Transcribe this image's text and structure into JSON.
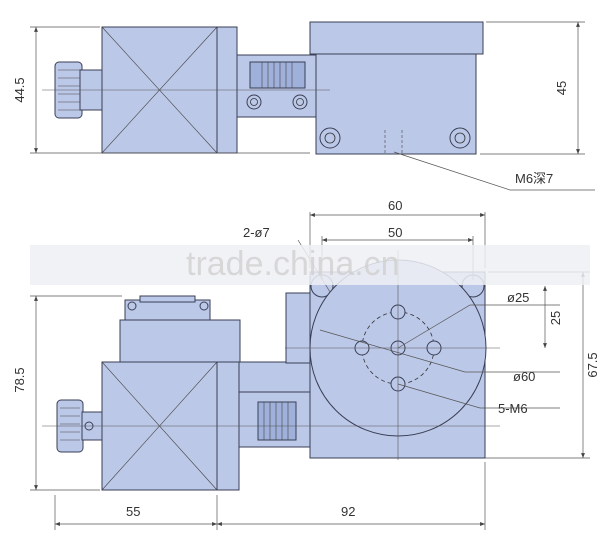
{
  "labels": {
    "dim_height_top": "44.5",
    "dim_height_right_top": "45",
    "thread_note_top": "M6深7",
    "dim_width_60": "60",
    "dim_width_50": "50",
    "hole_note": "2-ø7",
    "dim_dia_25": "ø25",
    "dim_25": "25",
    "dim_67_5": "67.5",
    "dim_dia_60": "ø60",
    "thread_note_5m6": "5-M6",
    "dim_height_78_5": "78.5",
    "dim_width_55": "55",
    "dim_width_92": "92"
  },
  "watermark": "trade.china.cn",
  "colors": {
    "part_fill": "#bcc8e8",
    "outline": "#3a3f55"
  }
}
